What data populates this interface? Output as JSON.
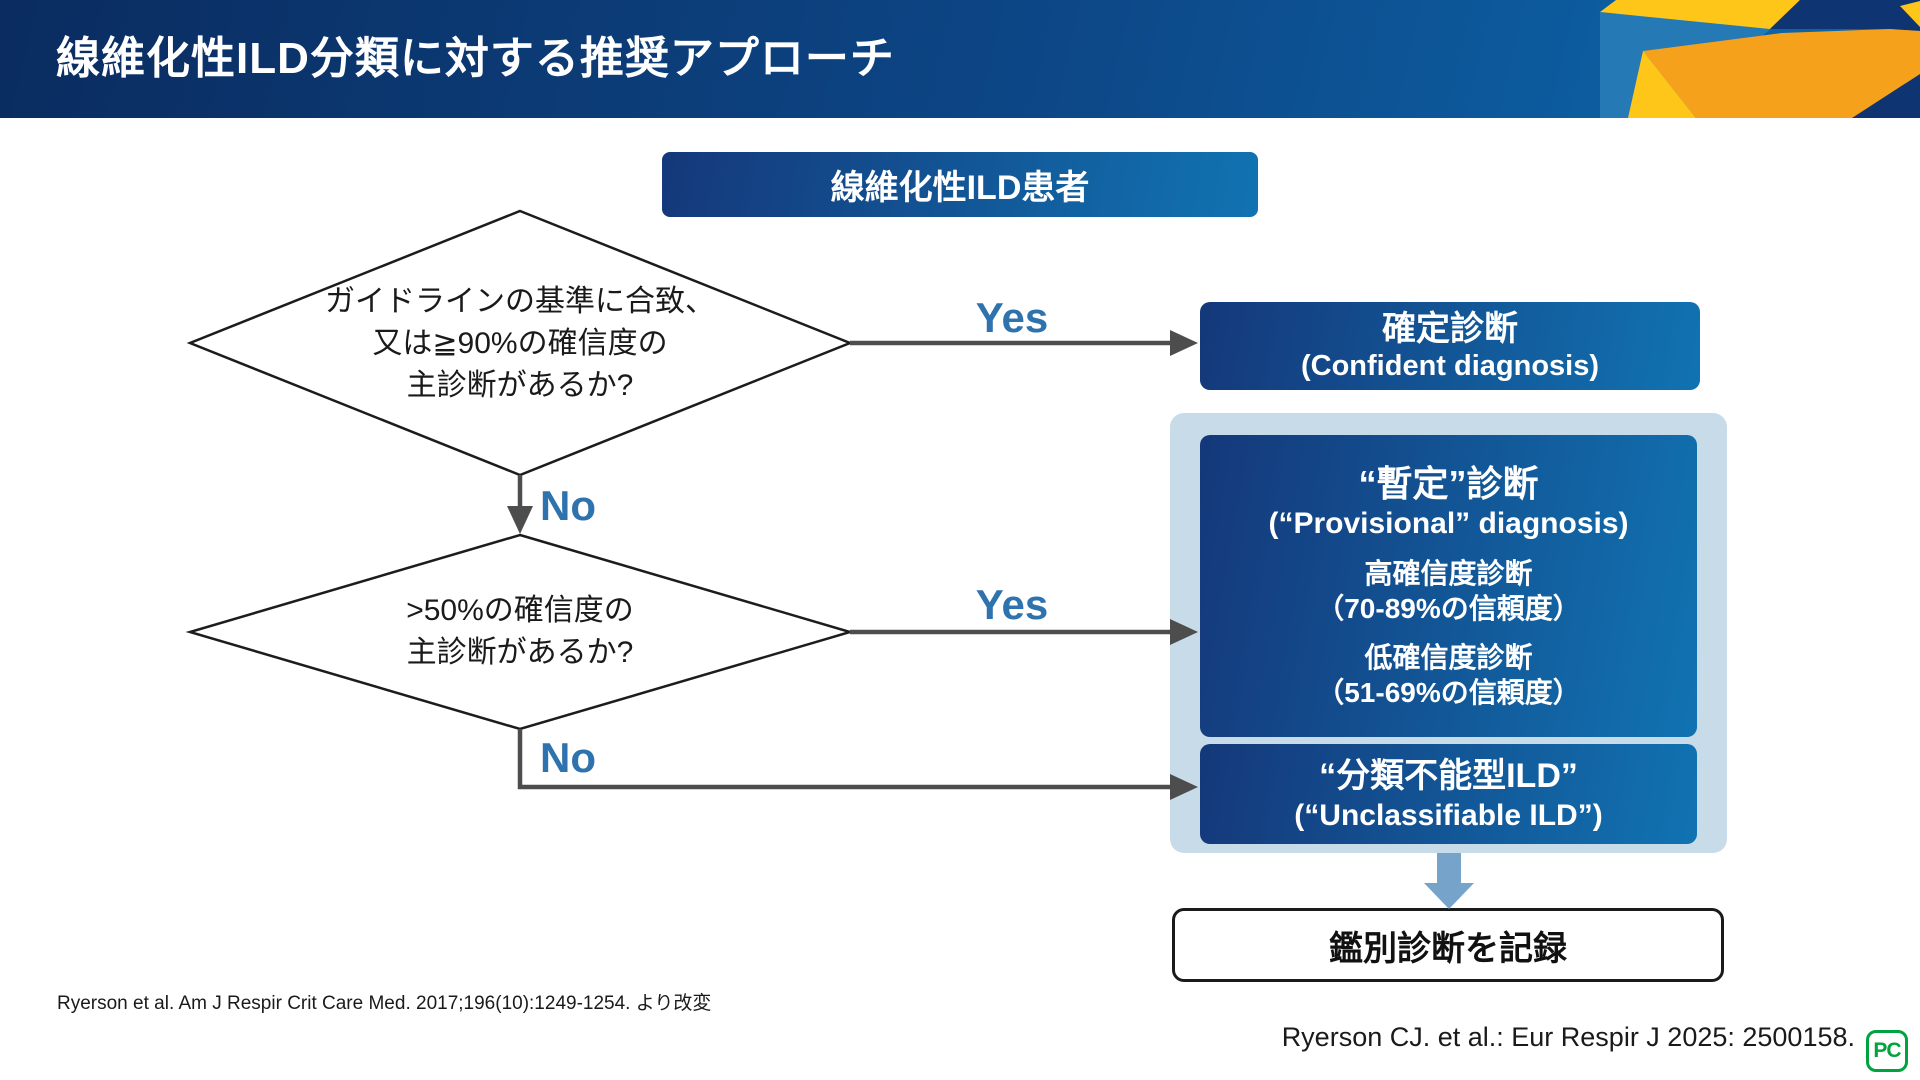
{
  "header": {
    "title": "線維化性ILD分類に対する推奨アプローチ"
  },
  "flow": {
    "patient_box": "線維化性ILD患者",
    "diamond1": {
      "line1": "ガイドラインの基準に合致、",
      "line2": "又は≧90%の確信度の",
      "line3": "主診断があるか?"
    },
    "diamond2": {
      "line1": ">50%の確信度の",
      "line2": "主診断があるか?"
    },
    "yes1": "Yes",
    "no1": "No",
    "yes2": "Yes",
    "no2": "No",
    "confident_box": {
      "title": "確定診断",
      "subtitle": "(Confident diagnosis)"
    },
    "provisional_box": {
      "title": "“暫定”診断",
      "subtitle": "(“Provisional” diagnosis)",
      "high_title": "高確信度診断",
      "high_range": "（70-89%の信頼度）",
      "low_title": "低確信度診断",
      "low_range": "（51-69%の信頼度）"
    },
    "unclassifiable_box": {
      "title": "“分類不能型ILD”",
      "subtitle": "(“Unclassifiable ILD”)"
    },
    "record_box": "鑑別診断を記録"
  },
  "footer": {
    "citation_left": "Ryerson et al. Am J Respir Crit Care Med. 2017;196(10):1249-1254. より改変",
    "citation_right": "Ryerson CJ. et al.: Eur Respir J 2025: 2500158.",
    "logo_text": "PC"
  },
  "colors": {
    "header_gradient_start": "#0a2c60",
    "header_gradient_end": "#0c69ad",
    "box_gradient_start": "#14387a",
    "box_gradient_end": "#1173b2",
    "panel_bg": "#c7dbe9",
    "yes_no_label": "#2f73ae",
    "arrow_gray": "#4d4d4d",
    "blue_down_arrow": "#76a3c9",
    "logo_green": "#00a33e",
    "decoration_yellow": "#ffc61a",
    "decoration_orange": "#f6a11c",
    "decoration_navy": "#0e3472",
    "decoration_blue": "#2579b4"
  }
}
